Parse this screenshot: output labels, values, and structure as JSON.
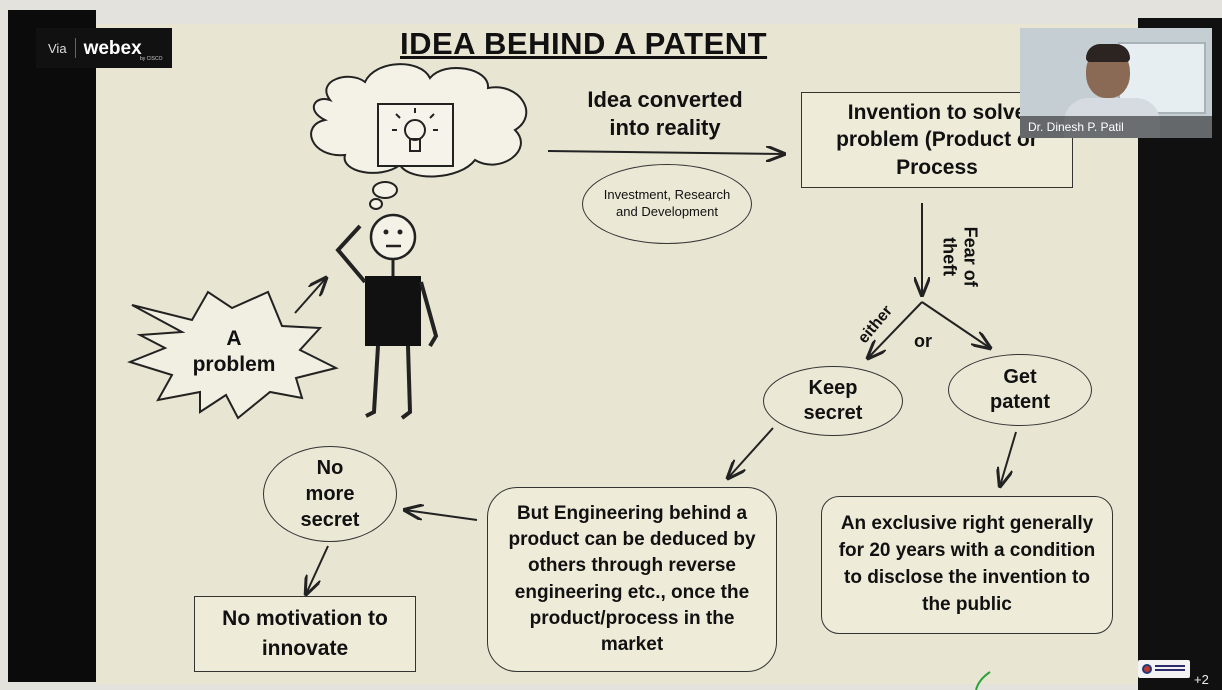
{
  "overlay": {
    "via_label": "Via",
    "brand": "webex",
    "brand_sub": "by CISCO",
    "presenter_name": "Dr. Dinesh P. Patil",
    "participants_more": "+2"
  },
  "slide": {
    "title": "IDEA BEHIND A PATENT",
    "idea_converted": "Idea converted into reality",
    "investment": "Investment, Research and Development",
    "invention": "Invention to solve problem (Product or Process",
    "fear_of_theft": "Fear of theft",
    "either": "either",
    "or": "or",
    "keep_secret": "Keep secret",
    "get_patent": "Get patent",
    "problem": "A problem",
    "no_more_secret": "No more secret",
    "engineering": "But Engineering behind a product can be deduced by others through reverse engineering etc., once the product/process in the market",
    "exclusive_right": "An exclusive right generally for 20 years with a condition to disclose the invention to the public",
    "no_motivation": "No motivation to innovate"
  },
  "icons": [
    "lightbulb-icon",
    "thought-cloud-icon",
    "stick-figure-icon",
    "starburst-icon",
    "arrow-icon"
  ],
  "colors": {
    "slide_bg": "#e8e5d2",
    "border": "#333333",
    "ink": "#111111",
    "webex_bg": "#111111"
  }
}
